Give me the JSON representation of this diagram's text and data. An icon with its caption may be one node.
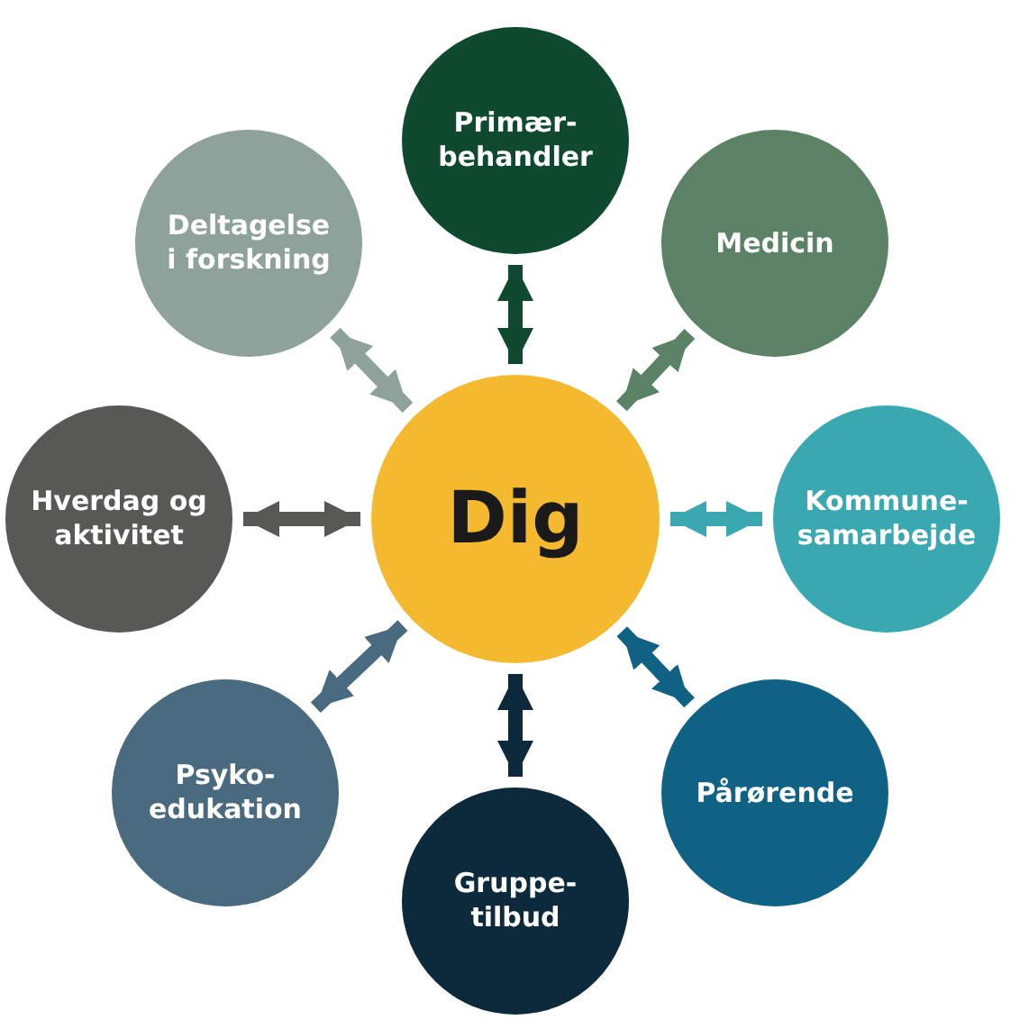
{
  "diagram": {
    "nodes": [
      {
        "text": [
          "Dig"
        ]
      },
      {
        "text": [
          "Primær- behandler"
        ]
      },
      {
        "text": [
          "Medicin"
        ]
      },
      {
        "text": [
          "Kommune- samarbejde"
        ]
      },
      {
        "text": [
          "Pårørende"
        ]
      },
      {
        "text": [
          "Gruppe- tilbud"
        ]
      },
      {
        "text": [
          "Psyko- edukation"
        ]
      },
      {
        "text": [
          "Hverdag og aktivitet"
        ]
      },
      {
        "text": [
          "Deltagelse i forskning"
        ]
      }
    ],
    "edges": [
      {
        "from": 0,
        "to": 1,
        "arrow": "both",
        "color": "#0f4a30"
      },
      {
        "from": 0,
        "to": 2,
        "arrow": "both",
        "color": "#5b8264"
      },
      {
        "from": 0,
        "to": 3,
        "arrow": "both",
        "color": "#3aa8b1"
      },
      {
        "from": 0,
        "to": 4,
        "arrow": "both",
        "color": "#0f6283"
      },
      {
        "from": 0,
        "to": 5,
        "arrow": "both",
        "color": "#0c2a3c"
      },
      {
        "from": 0,
        "to": 6,
        "arrow": "both",
        "color": "#4a6a80"
      },
      {
        "from": 0,
        "to": 7,
        "arrow": "both",
        "color": "#585856"
      },
      {
        "from": 0,
        "to": 8,
        "arrow": "both",
        "color": "#8ea29b"
      }
    ]
  }
}
